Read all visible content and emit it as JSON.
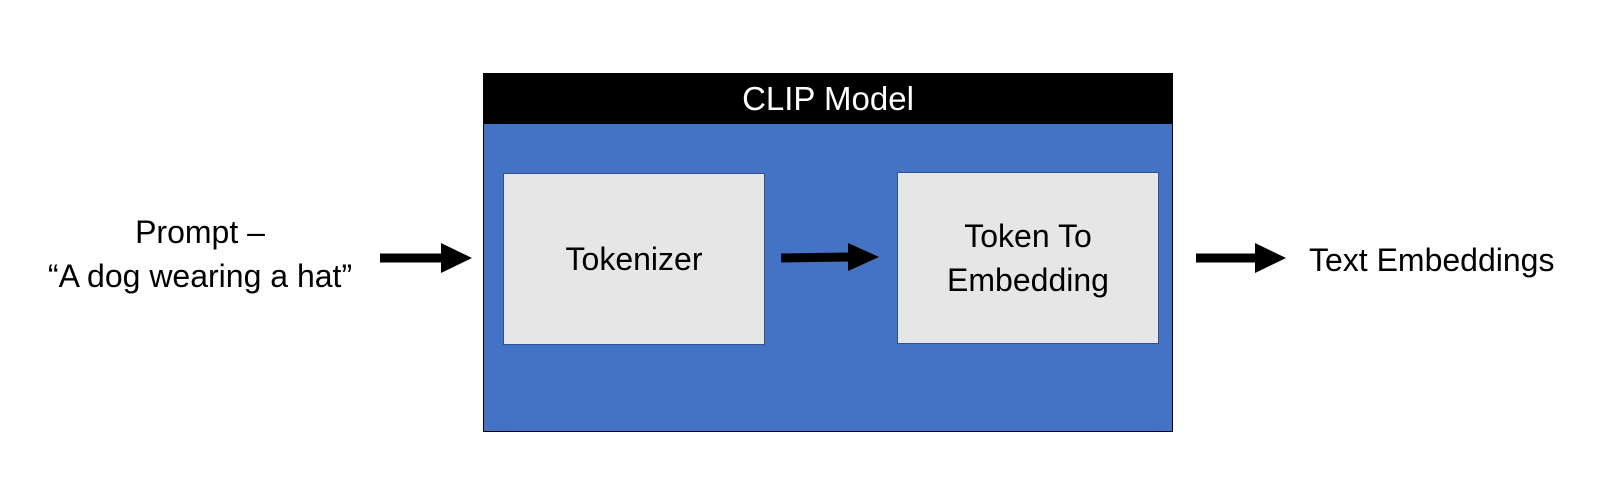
{
  "input": {
    "line1": "Prompt –",
    "line2": "“A dog wearing a hat”"
  },
  "clip_model": {
    "title": "CLIP Model",
    "boxes": {
      "tokenizer": "Tokenizer",
      "token_to_embedding": {
        "line1": "Token To",
        "line2": "Embedding"
      }
    }
  },
  "output": {
    "label": "Text Embeddings"
  },
  "colors": {
    "clip_background": "#4472C4",
    "header_background": "#000000",
    "box_background": "#E7E6E6",
    "arrow": "#000000"
  },
  "icons": {
    "arrow": "right-arrow-icon"
  }
}
